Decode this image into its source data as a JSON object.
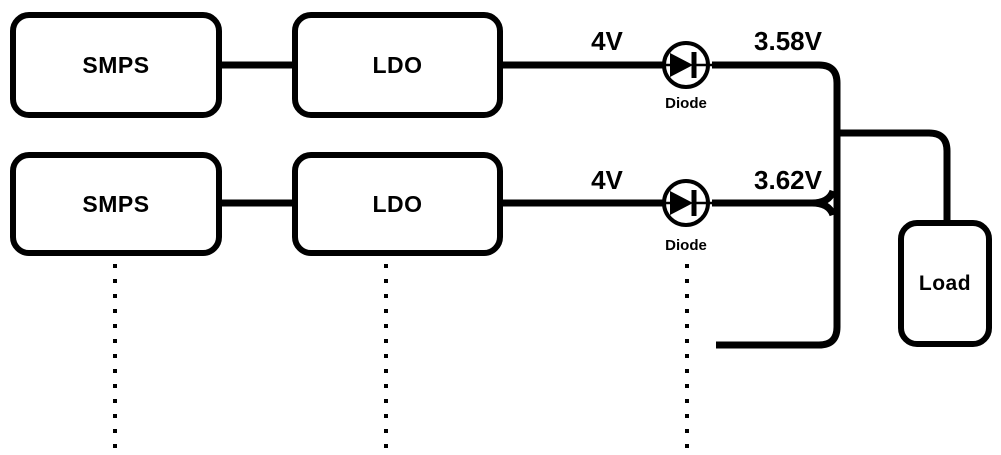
{
  "diagram": {
    "colors": {
      "line": "#000000",
      "background": "#ffffff",
      "text": "#000000"
    },
    "rails": [
      {
        "source_label": "SMPS",
        "regulator_label": "LDO",
        "pre_diode_voltage": "4V",
        "diode_label": "Diode",
        "post_diode_voltage": "3.58V"
      },
      {
        "source_label": "SMPS",
        "regulator_label": "LDO",
        "pre_diode_voltage": "4V",
        "diode_label": "Diode",
        "post_diode_voltage": "3.62V"
      }
    ],
    "load_label": "Load"
  }
}
